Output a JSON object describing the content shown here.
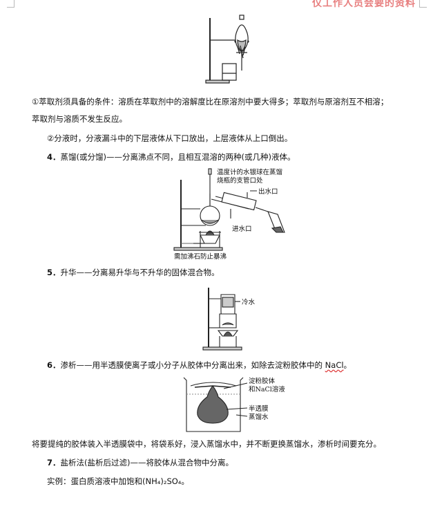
{
  "header": {
    "watermark": "仅工作人员会要的资料"
  },
  "paragraphs": {
    "p1_line1": "①萃取剂须具备的条件：溶质在萃取剂中的溶解度比在原溶剂中要大得多；萃取剂与原溶剂互不相溶；",
    "p1_line2": "萃取剂与溶质不发生反应。",
    "p2": "②分液时，分液漏斗中的下层液体从下口放出，上层液体从上口倒出。",
    "s4_num": "4．",
    "s4_text": "蒸馏(或分馏)——分离沸点不同，且相互混溶的两种(或几种)液体。",
    "s5_num": "5．",
    "s5_text": "升华——分离易升华与不升华的固体混合物。",
    "s6_num": "6．",
    "s6_text_a": "渗析——用半透膜使离子或小分子从胶体中分离出来，如除去淀粉胶体中的 ",
    "s6_nacl": "NaCl",
    "s6_text_b": "。",
    "dialysis_note": "将要提纯的胶体装入半透膜袋中，将袋系好，浸入蒸馏水中，并不断更换蒸馏水，渗析时间要充分。",
    "s7_num": "7．",
    "s7_text": "盐析法(盐析后过滤)——将胶体从混合物中分离。",
    "example": "实例：蛋白质溶液中加饱和(NH₄)₂SO₄。"
  },
  "figures": {
    "distillation": {
      "label_thermo_1": "温度计的水银球在蒸馏",
      "label_thermo_2": "烧瓶的支管口处",
      "label_outlet": "出水口",
      "label_inlet": "进水口",
      "label_chips": "需加沸石防止暴沸"
    },
    "sublimation": {
      "label_cold_water": "冷水"
    },
    "dialysis": {
      "label_starch_1": "淀粉胶体",
      "label_starch_2": "和NaCl溶液",
      "label_membrane": "半透膜",
      "label_water": "蒸馏水"
    }
  }
}
